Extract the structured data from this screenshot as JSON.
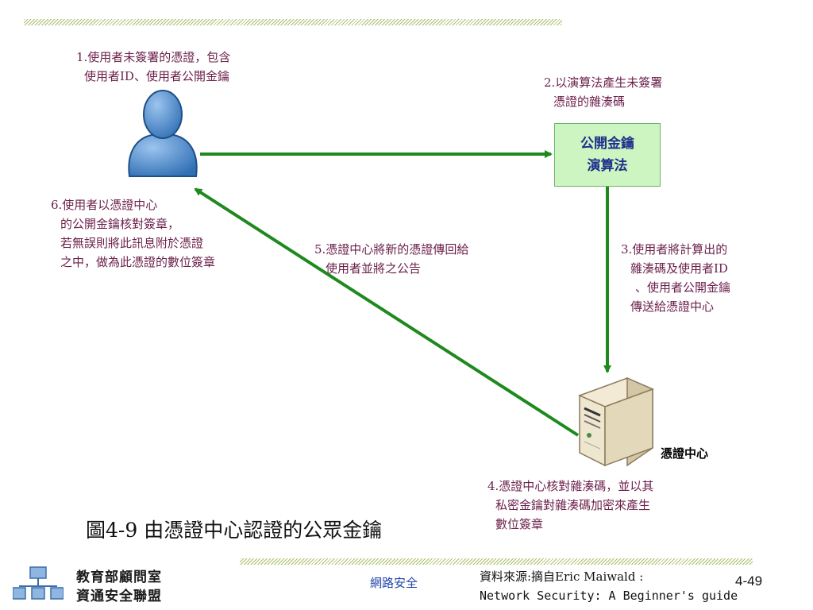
{
  "nodes": {
    "user_label": "",
    "algorithm_box": {
      "line1": "公開金鑰",
      "line2": "演算法"
    },
    "ca_label": "憑證中心"
  },
  "steps": {
    "step1": [
      "1.使用者未簽署的憑證，包含",
      "使用者ID、使用者公開金鑰"
    ],
    "step2": [
      "2.以演算法產生未簽署",
      "憑證的雜湊碼"
    ],
    "step3": [
      "3.使用者將計算出的",
      "雜湊碼及使用者ID",
      "、使用者公開金鑰",
      "傳送給憑證中心"
    ],
    "step4": [
      "4.憑證中心核對雜湊碼，並以其",
      "私密金鑰對雜湊碼加密來產生",
      "數位簽章"
    ],
    "step5": [
      "5.憑證中心將新的憑證傳回給",
      "使用者並將之公告"
    ],
    "step6": [
      "6.使用者以憑證中心",
      "的公開金鑰核對簽章，",
      "若無誤則將此訊息附於憑證",
      "之中，做為此憑證的數位簽章"
    ]
  },
  "caption": "圖4-9 由憑證中心認證的公眾金鑰",
  "footer": {
    "org_line1": "教育部顧問室",
    "org_line2": "資通安全聯盟",
    "course": "網路安全",
    "source_line1": "資料來源:摘自Eric Maiwald :",
    "source_line2": "Network Security: A Beginner's  guide",
    "page": "4-49"
  },
  "colors": {
    "arrow": "#1e8a1e",
    "step_text": "#6b1f4a",
    "box_fill": "#ccf5c2",
    "box_text": "#1f2f8a"
  }
}
